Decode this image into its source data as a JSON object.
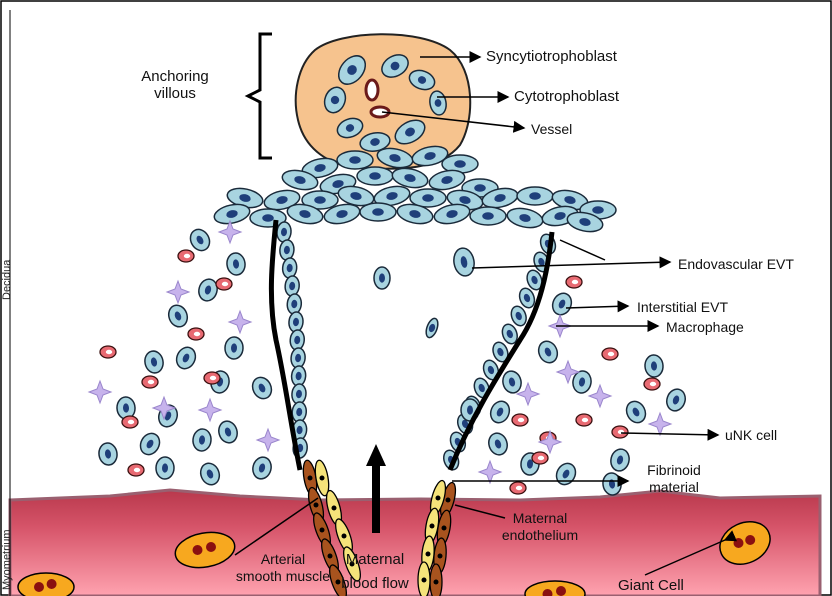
{
  "labels": {
    "anchoring_villous": "Anchoring\nvillous",
    "syncytiotrophoblast": "Syncytiotrophoblast",
    "cytotrophoblast": "Cytotrophoblast",
    "vessel": "Vessel",
    "endovascular_evt": "Endovascular EVT",
    "interstitial_evt": "Interstitial EVT",
    "macrophage": "Macrophage",
    "unk_cell": "uNK cell",
    "fibrinoid_material": "Fibrinoid\nmaterial",
    "maternal_endothelium": "Maternal\nendothelium",
    "arterial_smooth_muscle": "Arterial\nsmooth muscle",
    "maternal_blood_flow": "Maternal\nblood flow",
    "giant_cell": "Giant Cell",
    "decidua": "Decidua",
    "myometrium": "Myometrium"
  },
  "colors": {
    "trophoblast_fill": "#a8d4e0",
    "nucleus": "#1f3f7a",
    "syncytio_fill": "#f6c38e",
    "myometrium": "#d0405a",
    "unk_red": "#e86a72",
    "macrophage": "#c7b3ec",
    "smooth_muscle": "#a8531e",
    "fibrinoid_yellow": "#f5e37a",
    "giant_cell": "#f7a81f"
  }
}
